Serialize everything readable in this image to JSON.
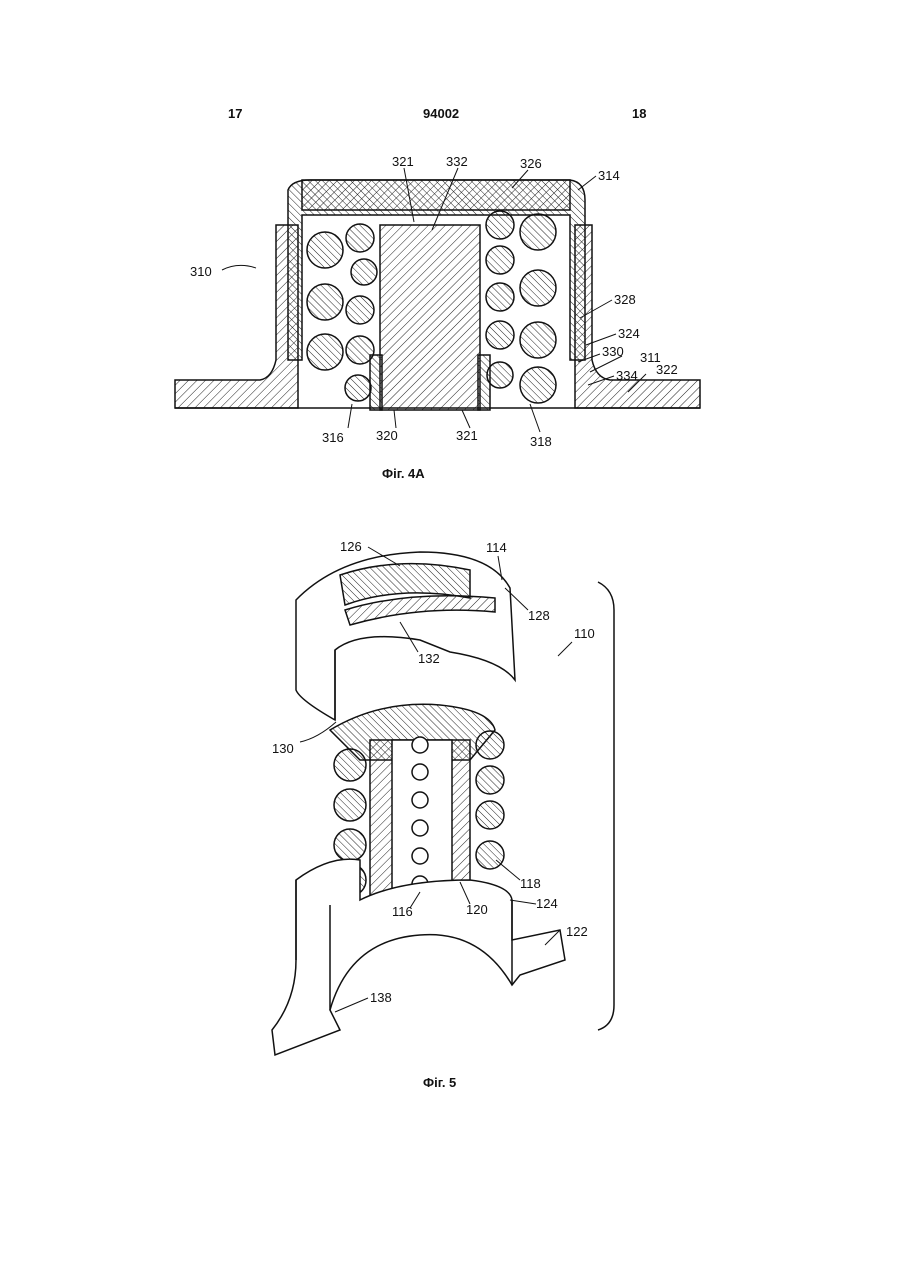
{
  "header": {
    "left_page": "17",
    "doc_number": "94002",
    "right_page": "18"
  },
  "fig4a": {
    "caption": "Фіг. 4А",
    "labels": [
      "321",
      "332",
      "326",
      "314",
      "310",
      "328",
      "324",
      "330",
      "311",
      "334",
      "322",
      "316",
      "320",
      "321",
      "318"
    ]
  },
  "fig5": {
    "caption": "Фіг. 5",
    "labels": [
      "126",
      "114",
      "128",
      "110",
      "132",
      "130",
      "118",
      "116",
      "120",
      "124",
      "122",
      "138"
    ]
  }
}
